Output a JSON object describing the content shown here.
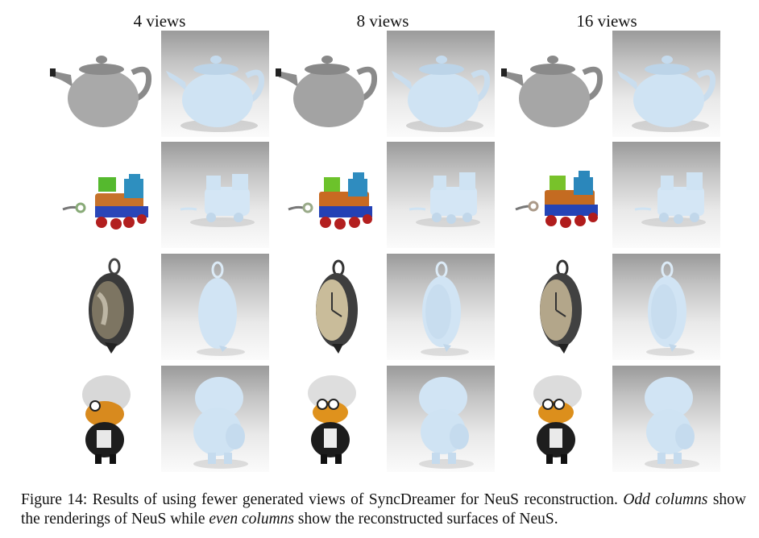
{
  "column_headers": [
    "4 views",
    "8 views",
    "16 views"
  ],
  "rows": [
    "teapot",
    "toy-train",
    "alarm-clock",
    "cartoon-figure"
  ],
  "caption": {
    "part1": "Figure 14: Results of using fewer generated views of SyncDreamer for NeuS reconstruction. ",
    "odd_label": "Odd columns",
    "part2": " show the renderings of NeuS while ",
    "even_label": "even columns",
    "part3": " show the reconstructed surfaces of NeuS."
  },
  "colors": {
    "surface_blue": "#cfe3f3",
    "surface_blue_shadow": "#a9c6de",
    "render_gray": "#a3a3a3"
  }
}
